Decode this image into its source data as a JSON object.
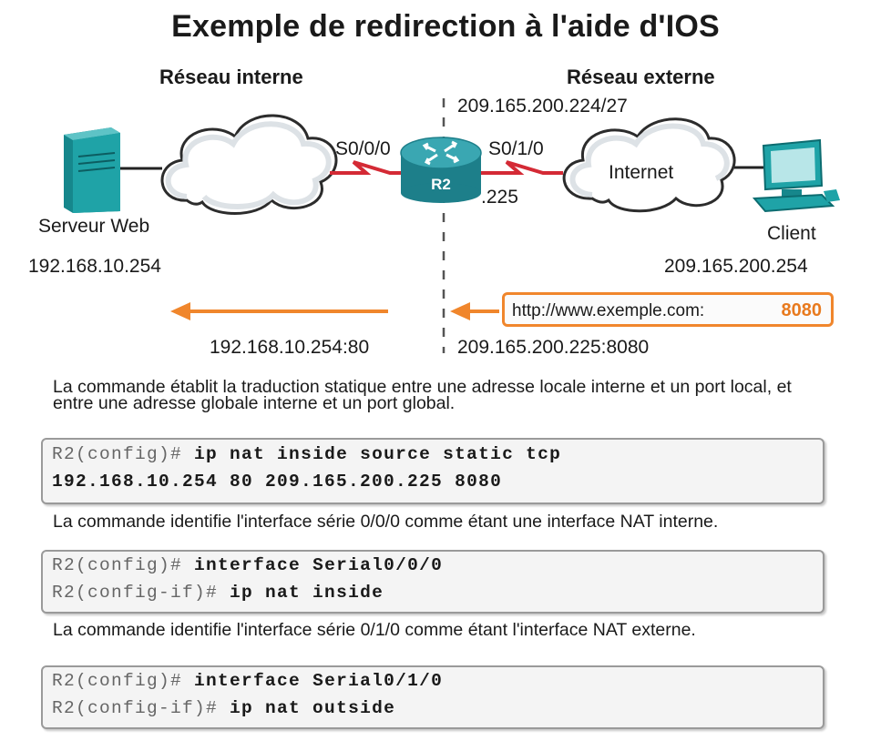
{
  "title": "Exemple de redirection à l'aide d'IOS",
  "networks": {
    "inside_label": "Réseau interne",
    "outside_label": "Réseau externe",
    "outside_subnet": "209.165.200.224/27"
  },
  "devices": {
    "server_label": "Serveur Web",
    "server_ip": "192.168.10.254",
    "router_label": "R2",
    "router_interface_in": "S0/0/0",
    "router_interface_out": "S0/1/0",
    "router_out_host": ".225",
    "cloud_label": "Internet",
    "client_label": "Client",
    "client_ip": "209.165.200.254"
  },
  "flow": {
    "inside_address": "192.168.10.254:80",
    "outside_address": "209.165.200.225:8080",
    "url": "http://www.exemple.com:",
    "url_port": "8080"
  },
  "colors": {
    "arrow": "#f0862c",
    "link": "#d42a35",
    "router": "#1f8a95",
    "device": "#1e9ba0"
  },
  "sections": [
    {
      "description": "La commande établit la traduction statique entre une adresse locale interne et un port local, et entre une adresse globale interne et un port global.",
      "lines": [
        {
          "prompt": "R2(config)#",
          "command": "ip nat inside source static tcp"
        },
        {
          "prompt": "",
          "command": "192.168.10.254 80 209.165.200.225 8080"
        }
      ]
    },
    {
      "description": "La commande identifie l'interface série 0/0/0 comme étant une interface NAT interne.",
      "lines": [
        {
          "prompt": "R2(config)#",
          "command": "interface Serial0/0/0"
        },
        {
          "prompt": "R2(config-if)#",
          "command": "ip nat inside"
        }
      ]
    },
    {
      "description": "La commande identifie l'interface série 0/1/0 comme étant l'interface NAT externe.",
      "lines": [
        {
          "prompt": "R2(config)#",
          "command": "interface Serial0/1/0"
        },
        {
          "prompt": "R2(config-if)#",
          "command": "ip nat outside"
        }
      ]
    }
  ]
}
